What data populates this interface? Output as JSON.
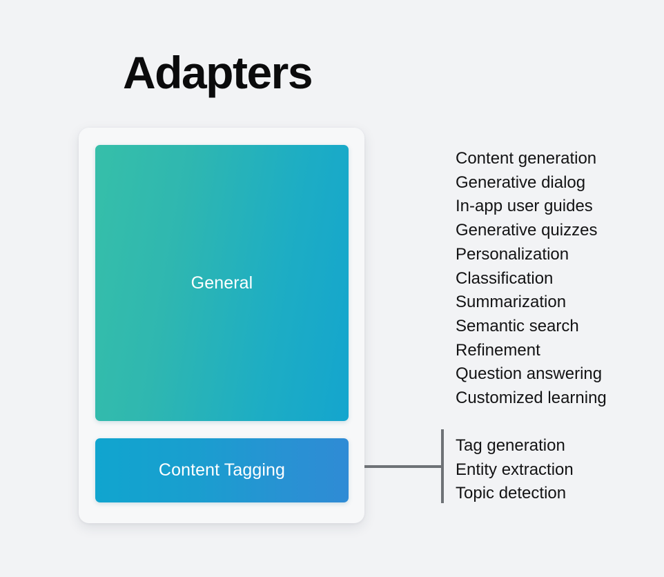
{
  "page": {
    "title": "Adapters",
    "background_color": "#F2F3F5",
    "text_color": "#131314"
  },
  "card": {
    "background_color": "#F7F8F9",
    "tiles": [
      {
        "id": "general",
        "label": "General",
        "gradient_from": "#36BFA9",
        "gradient_to": "#14A5CE",
        "label_color": "#FFFFFF"
      },
      {
        "id": "content-tagging",
        "label": "Content Tagging",
        "gradient_from": "#10A5CF",
        "gradient_to": "#2F8BD5",
        "label_color": "#FFFFFF"
      }
    ]
  },
  "connector": {
    "color": "#6E7276"
  },
  "general_capabilities": [
    "Content generation",
    "Generative dialog",
    "In-app user guides",
    "Generative quizzes",
    "Personalization",
    "Classification",
    "Summarization",
    "Semantic search",
    "Refinement",
    "Question answering",
    "Customized learning"
  ],
  "tagging_capabilities": [
    "Tag generation",
    "Entity extraction",
    "Topic detection"
  ]
}
